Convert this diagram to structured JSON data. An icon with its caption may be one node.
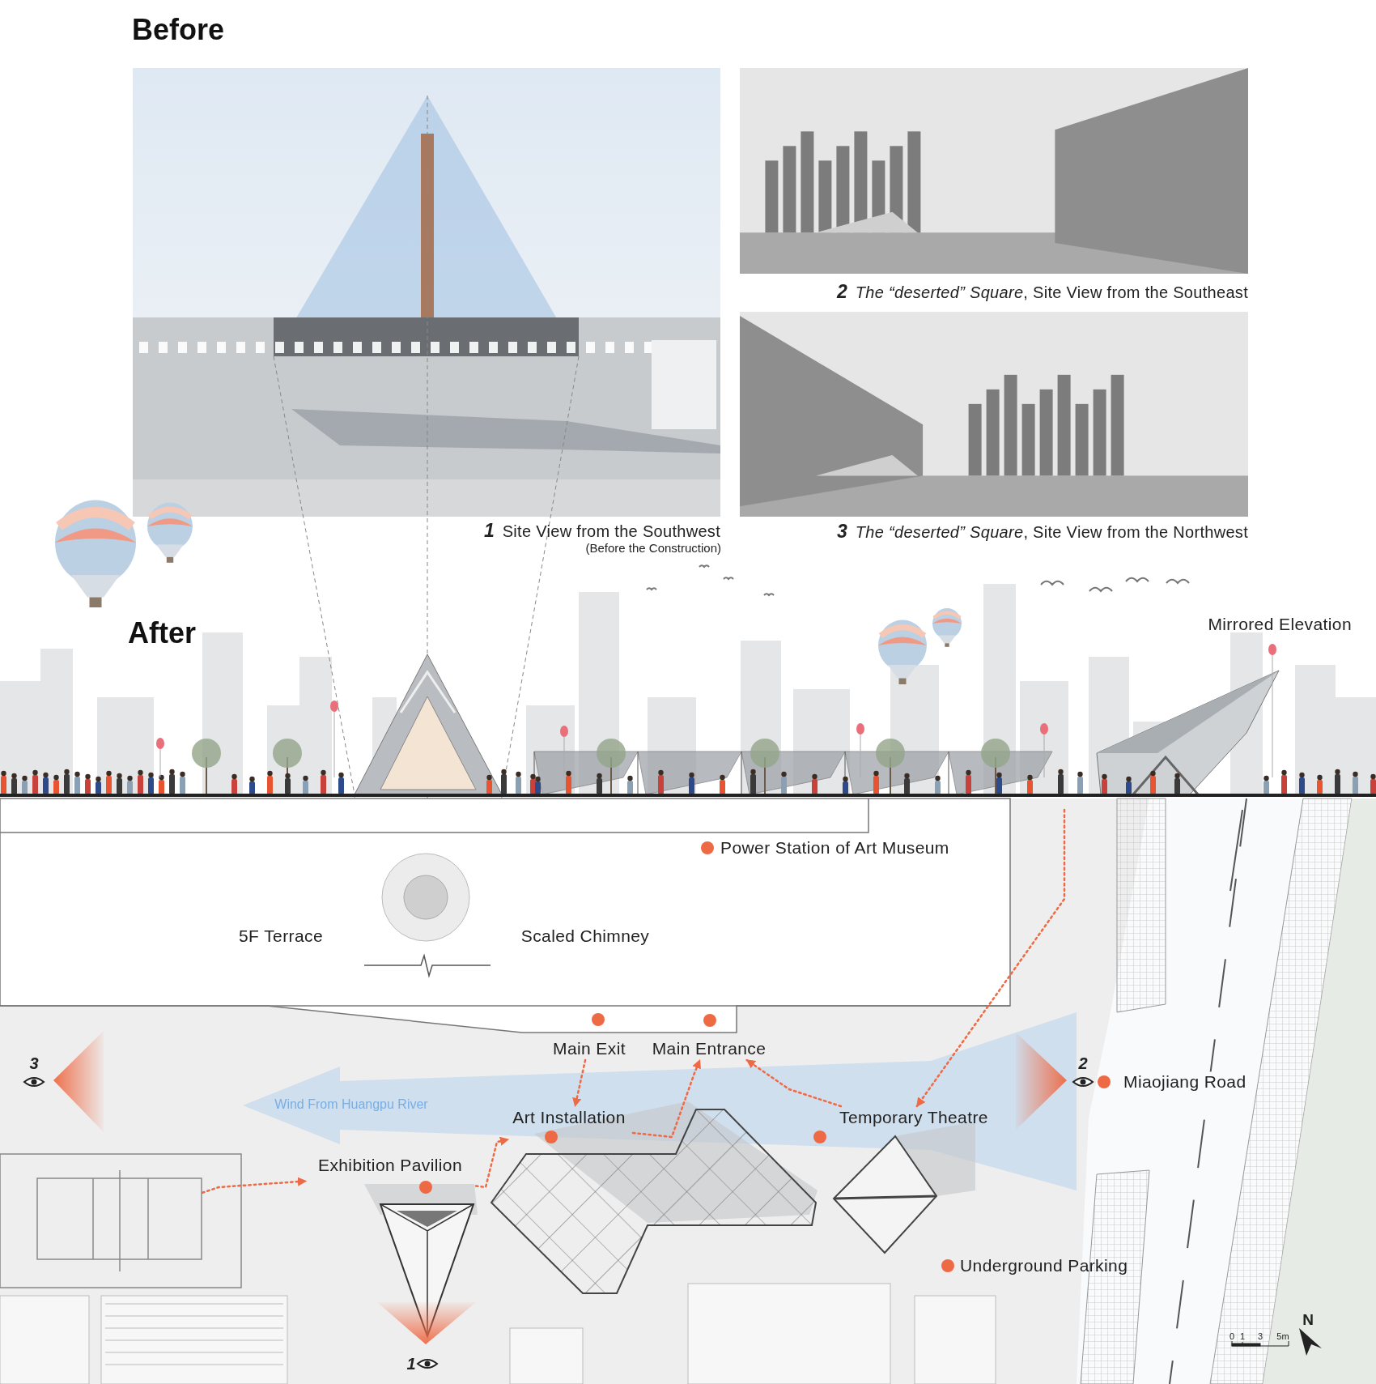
{
  "diagram": {
    "nodes": [
      {
        "text": [
          "Power Station of Art Museum"
        ]
      },
      {
        "text": [
          "Main Exit"
        ]
      },
      {
        "text": [
          "Main Entrance"
        ]
      },
      {
        "text": [
          "Art Installation"
        ]
      },
      {
        "text": [
          "Temporary Theatre"
        ]
      },
      {
        "text": [
          "Exhibition Pavilion"
        ]
      },
      {
        "text": [
          "Miaojiang Road"
        ]
      },
      {
        "text": [
          "Underground Parking"
        ]
      },
      {
        "text": [],
        "shape": "picture"
      }
    ],
    "edges": [
      {
        "from": 8,
        "to": 5,
        "arrow": "to"
      },
      {
        "from": 5,
        "to": 3,
        "arrow": "to"
      },
      {
        "from": 1,
        "to": 3,
        "arrow": "to"
      },
      {
        "from": 3,
        "to": 2,
        "arrow": "to"
      },
      {
        "from": 4,
        "to": 2,
        "arrow": "to"
      },
      {
        "from": null,
        "to": 4,
        "arrow": "to"
      }
    ],
    "labels": [
      "Before",
      "2",
      "*The “deserted” Square*, Site View from the Southeast",
      "1",
      "Site View from the Southwest",
      "3",
      "*The “deserted” Square*, Site View from the Northwest",
      "(Before the Construction)",
      "After",
      "Mirrored Elevation",
      "5F Terrace",
      "Scaled Chimney",
      "3",
      "2",
      "Wind From Huangpu River",
      "0",
      "1",
      "3",
      "5m",
      "N",
      "1"
    ]
  }
}
